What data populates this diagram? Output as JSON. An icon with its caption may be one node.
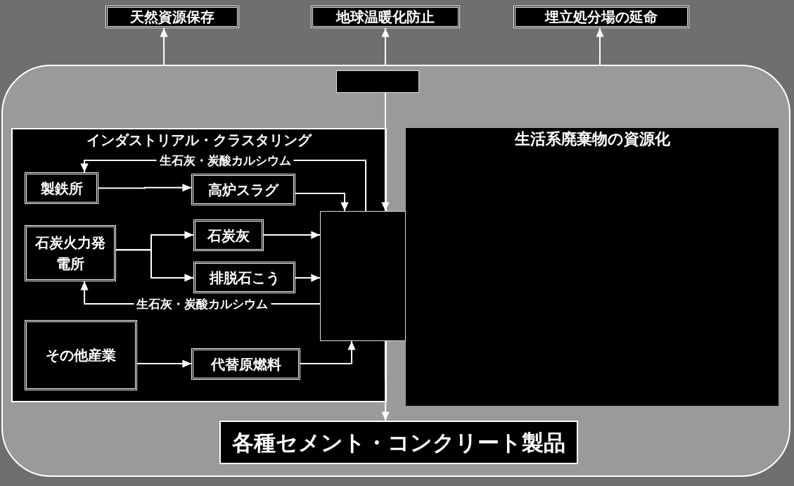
{
  "diagram": {
    "nodes": [
      {
        "text": [
          "天然資源保存"
        ]
      },
      {
        "text": [
          "地球温暖化防止"
        ]
      },
      {
        "text": [
          "埋立処分場の延命"
        ]
      },
      {
        "text": [],
        "shape": "box"
      },
      {
        "text": [],
        "shape": "box",
        "in": 3
      },
      {
        "text": [
          "インダストリアル・クラスタリング"
        ],
        "in": 3
      },
      {
        "text": [
          "製鉄所"
        ],
        "in": 5
      },
      {
        "text": [
          "高炉スラグ"
        ],
        "in": 5
      },
      {
        "text": [
          "石炭火力発電所"
        ],
        "in": 5
      },
      {
        "text": [
          "石炭灰"
        ],
        "in": 5
      },
      {
        "text": [
          "排脱石こう"
        ],
        "in": 5
      },
      {
        "text": [
          "その他産業"
        ],
        "in": 5
      },
      {
        "text": [
          "代替原燃料"
        ],
        "in": 5
      },
      {
        "text": [],
        "shape": "box",
        "in": 3
      },
      {
        "text": [
          "生活系廃棄物の資源化"
        ],
        "in": 3
      },
      {
        "text": [
          "各種セメント・コンクリート製品"
        ],
        "in": 3
      }
    ],
    "edges": [
      {
        "from": 3,
        "to": 0,
        "arrow": "to"
      },
      {
        "from": 3,
        "to": 1,
        "arrow": "to"
      },
      {
        "from": 3,
        "to": 2,
        "arrow": "to"
      },
      {
        "from": 4,
        "to": 13,
        "arrow": "to"
      },
      {
        "from": 6,
        "to": 7,
        "arrow": "to"
      },
      {
        "from": 7,
        "to": 13,
        "arrow": "to"
      },
      {
        "from": 8,
        "to": 9,
        "arrow": "to"
      },
      {
        "from": 8,
        "to": 10,
        "arrow": "to"
      },
      {
        "from": 9,
        "to": 13,
        "arrow": "to"
      },
      {
        "from": 10,
        "to": 13,
        "arrow": "to"
      },
      {
        "from": 13,
        "to": 6,
        "arrow": "to",
        "label": "生石灰・炭酸カルシウム"
      },
      {
        "from": 13,
        "to": 8,
        "arrow": "to",
        "label": "生石灰・炭酸カルシウム"
      },
      {
        "from": 11,
        "to": 12,
        "arrow": "to"
      },
      {
        "from": 12,
        "to": 13,
        "arrow": "to"
      },
      {
        "from": 13,
        "to": 15,
        "arrow": "to"
      }
    ]
  }
}
